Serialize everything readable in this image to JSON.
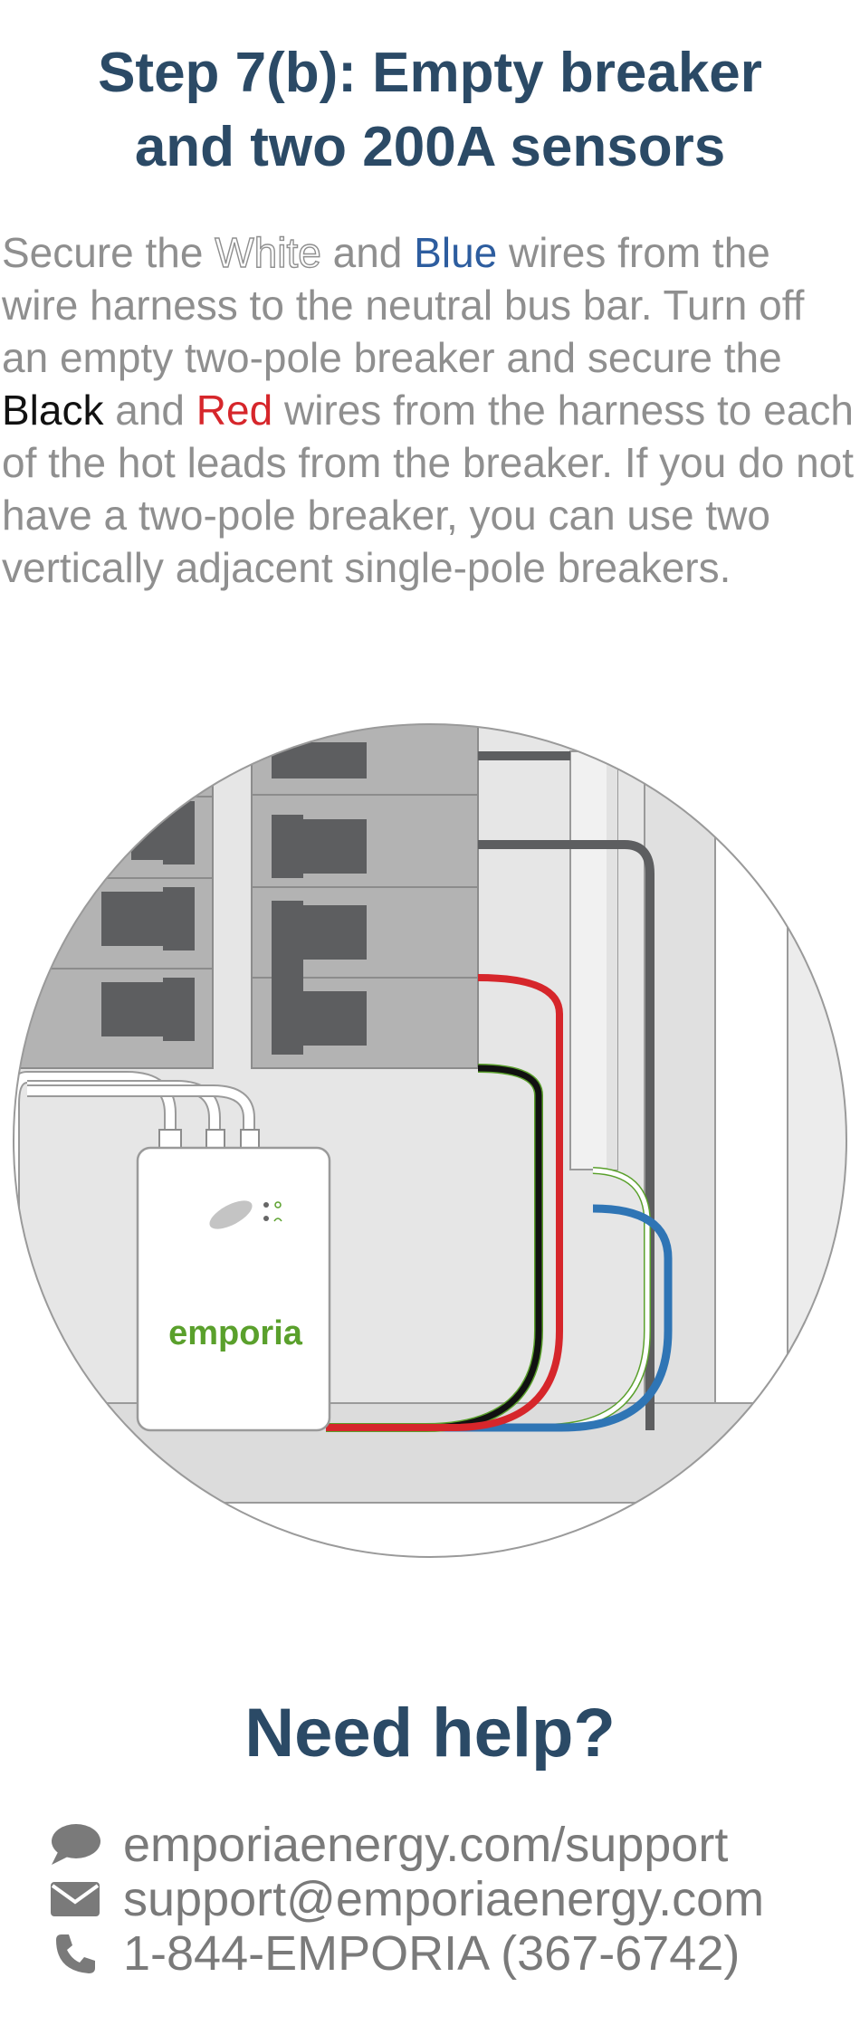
{
  "step": {
    "title_line1": "Step 7(b): Empty breaker",
    "title_line2": "and two 200A sensors"
  },
  "instructions": {
    "p1": "Secure the ",
    "white": "White",
    "p2": " and ",
    "blue": "Blue",
    "p3": " wires from the wire harness to the neutral bus bar. Turn off an empty two-pole breaker and secure the ",
    "black": "Black",
    "p4": " and ",
    "red": "Red",
    "p5": " wires from the harness to each of the hot leads from the breaker. If you do not have a two-pole breaker, you can use two vertically adjacent single-pole breakers."
  },
  "illustration": {
    "device_logo": "emporia",
    "colors": {
      "red_wire": "#d6262b",
      "black_wire": "#111111",
      "white_wire": "#ffffff",
      "green_outline": "#5aa02c",
      "blue_wire": "#2f75b5",
      "brand_green": "#5aa02c",
      "breaker": "#5d5e60",
      "panel": "#b3b3b3"
    }
  },
  "help": {
    "title": "Need help?",
    "items": [
      {
        "icon": "chat-bubble-icon",
        "text": "emporiaenergy.com/support"
      },
      {
        "icon": "envelope-icon",
        "text": "support@emporiaenergy.com"
      },
      {
        "icon": "phone-icon",
        "text": "1-844-EMPORIA (367-6742)"
      }
    ]
  },
  "theme": {
    "heading_color": "#2b4a66",
    "body_color": "#8f8f8f"
  }
}
